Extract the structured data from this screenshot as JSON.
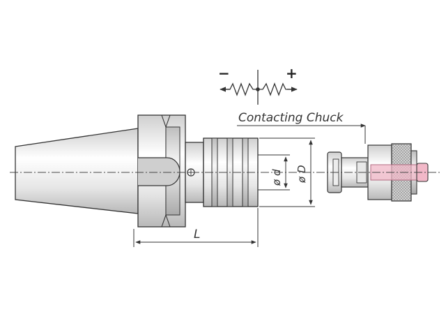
{
  "diagram": {
    "spring_symbol": {
      "minus": "−",
      "plus": "+"
    },
    "labels": {
      "contacting_chuck": "Contacting Chuck",
      "length": "L",
      "inner_diameter": "ø d",
      "outer_diameter": "ø D"
    },
    "colors": {
      "body_light": "#f4f4f4",
      "body_mid": "#dcdcdc",
      "body_dark": "#a8a8a8",
      "outline": "#333333",
      "pink": "#f2b8c8"
    }
  }
}
